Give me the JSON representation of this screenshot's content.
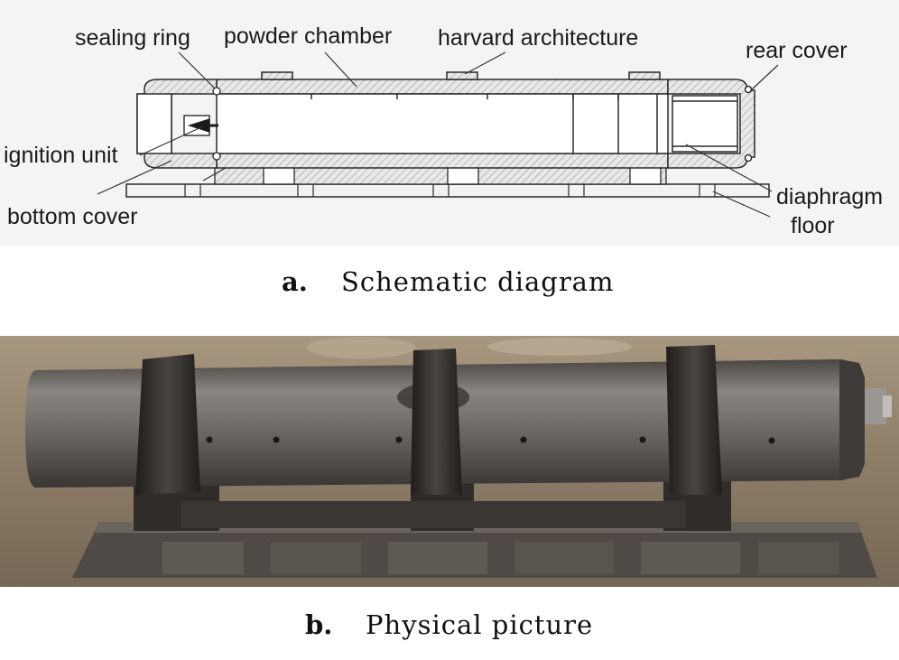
{
  "panel_a": {
    "letter": "a.",
    "caption": "Schematic diagram",
    "labels": {
      "sealing_ring": "sealing ring",
      "powder_chamber": "powder chamber",
      "harvard_architecture": "harvard architecture",
      "rear_cover": "rear cover",
      "ignition_unit": "ignition unit",
      "bottom_cover": "bottom cover",
      "diaphragm": "diaphragm",
      "floor": "floor"
    }
  },
  "panel_b": {
    "letter": "b.",
    "caption": "Physical picture"
  },
  "colors": {
    "line": "#2a2a2a",
    "hatch": "#9a9a9a",
    "photo_ground": "#8a7a66",
    "photo_cylinder": "#6b6660",
    "photo_clamp": "#2c2a28"
  }
}
